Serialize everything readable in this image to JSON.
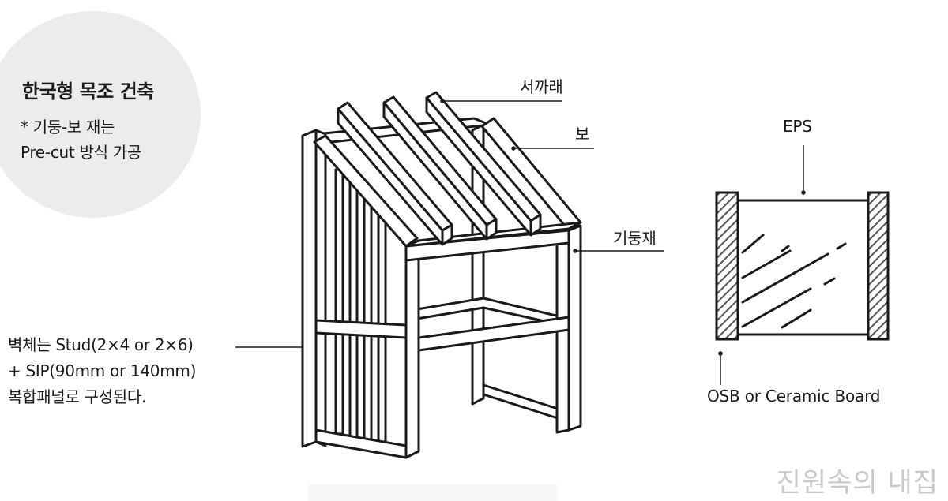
{
  "intro": {
    "title": "한국형 목조 건축",
    "note_line1": "* 기둥-보 재는",
    "note_line2": "Pre-cut 방식 가공"
  },
  "wall_note": {
    "line1": "벽체는 Stud(2×4 or 2×6)",
    "line2": "+ SIP(90mm or 140mm)",
    "line3": "복합패널로 구성된다."
  },
  "frame_labels": {
    "rafter": "서까래",
    "beam": "보",
    "column": "기둥재"
  },
  "panel_labels": {
    "core": "EPS",
    "facing": "OSB or Ceramic Board"
  },
  "watermark": "진원속의 내집"
}
